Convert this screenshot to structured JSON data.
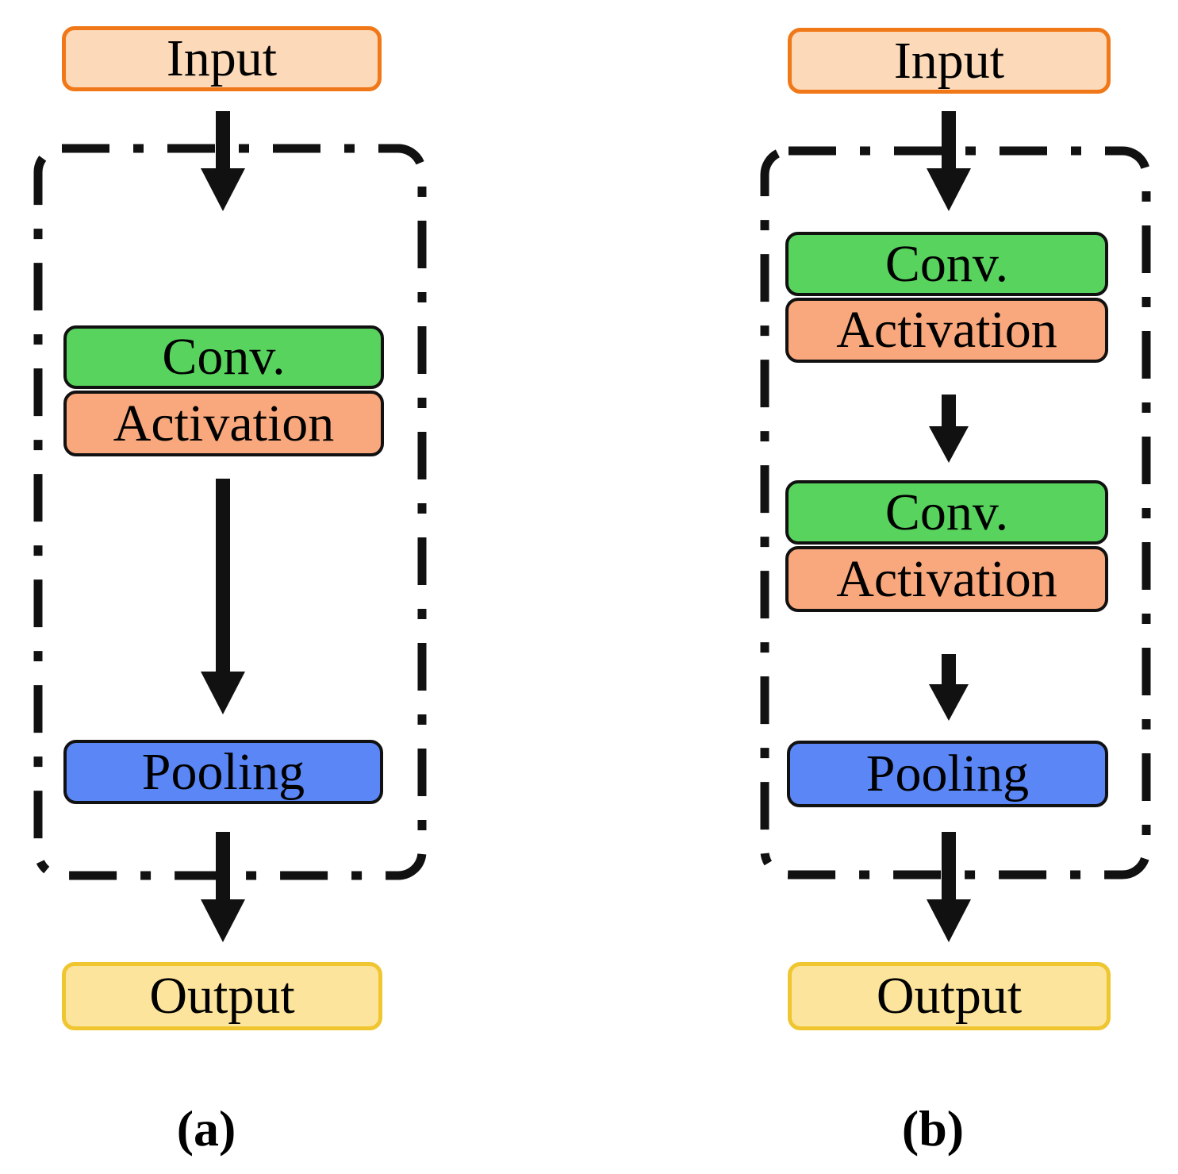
{
  "figure": {
    "description": "Two CNN block-structure flow diagrams",
    "panels": [
      {
        "caption": "(a)",
        "input_label": "Input",
        "conv_label": "Conv.",
        "activation_label": "Activation",
        "pooling_label": "Pooling",
        "output_label": "Output"
      },
      {
        "caption": "(b)",
        "input_label": "Input",
        "conv1_label": "Conv.",
        "activation1_label": "Activation",
        "conv2_label": "Conv.",
        "activation2_label": "Activation",
        "pooling_label": "Pooling",
        "output_label": "Output"
      }
    ]
  },
  "colors": {
    "input_fill": "#fcd9b8",
    "input_border": "#f07818",
    "conv_fill": "#57d35e",
    "activation_fill": "#f9a87d",
    "pooling_fill": "#5a86f6",
    "output_fill": "#fce49c",
    "output_border": "#efc630",
    "node_border": "#111111",
    "line_color": "#111111",
    "text_color": "#000000"
  }
}
